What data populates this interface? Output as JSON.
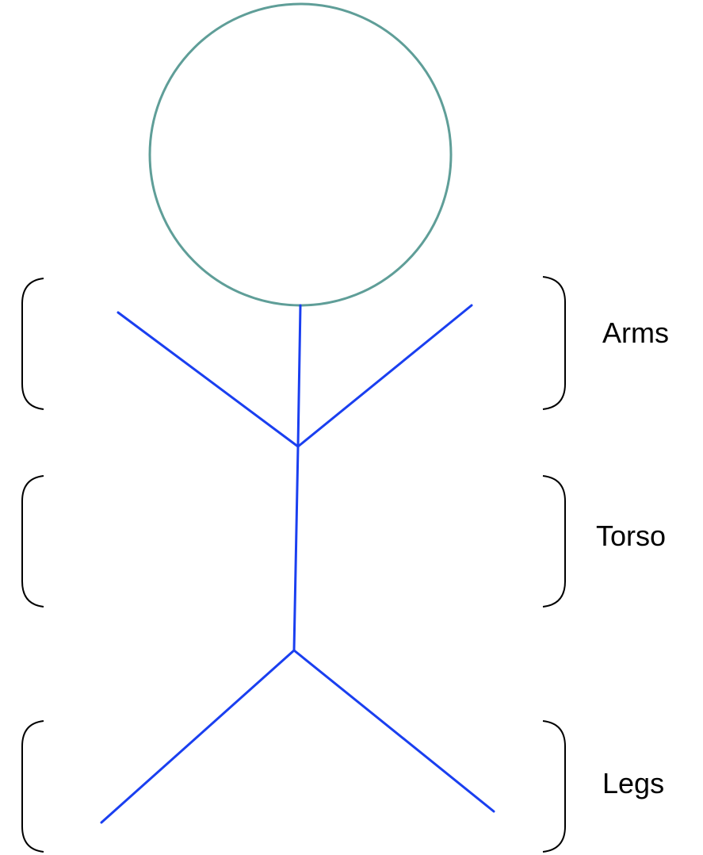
{
  "colors": {
    "head_stroke": "#5f9e98",
    "body_stroke": "#1a3ff0",
    "bracket_stroke": "#000000",
    "background": "#ffffff"
  },
  "labels": {
    "arms": "Arms",
    "torso": "Torso",
    "legs": "Legs"
  }
}
